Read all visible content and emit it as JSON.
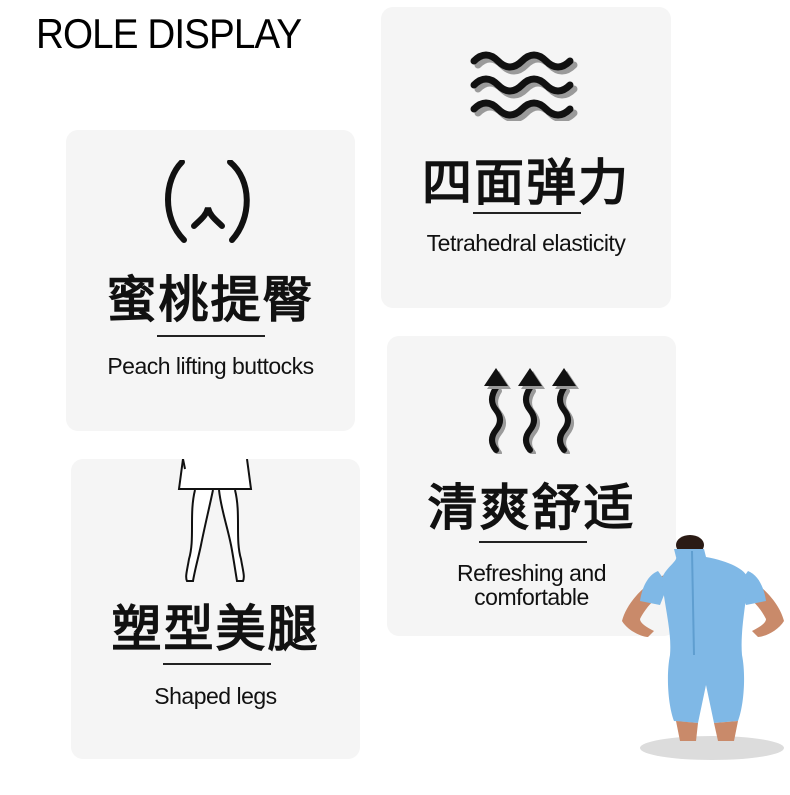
{
  "header": {
    "title": "ROLE DISPLAY"
  },
  "cards": {
    "peach": {
      "zh": "蜜桃提臀",
      "en": "Peach lifting buttocks",
      "icon": "buttocks-icon"
    },
    "elastic": {
      "zh": "四面弹力",
      "en": "Tetrahedral elasticity",
      "icon": "wave-icon"
    },
    "legs": {
      "zh": "塑型美腿",
      "en": "Shaped legs",
      "icon": "legs-icon"
    },
    "fresh": {
      "zh": "清爽舒适",
      "en_line1": "Refreshing and",
      "en_line2": "comfortable",
      "icon": "airflow-arrows-icon"
    }
  },
  "product": {
    "image": "model-blue-romper"
  },
  "colors": {
    "card_bg": "#f5f5f5",
    "romper_blue": "#7fb8e6"
  }
}
